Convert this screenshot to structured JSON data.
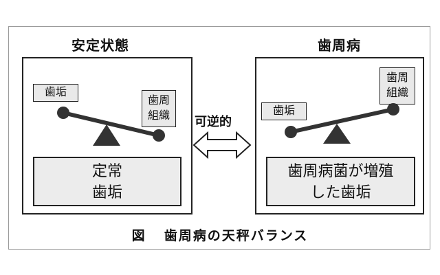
{
  "left": {
    "title": "安定状態",
    "tag_left": "歯垢",
    "tag_right": [
      "歯周",
      "組織"
    ],
    "box": [
      "定常",
      "歯垢"
    ]
  },
  "right": {
    "title": "歯周病",
    "tag_left": "歯垢",
    "tag_right": [
      "歯周",
      "組織"
    ],
    "box": [
      "歯周病菌が増殖",
      "した歯垢"
    ]
  },
  "middle": {
    "label": "可逆的"
  },
  "caption": {
    "prefix": "図",
    "text": "歯周病の天秤バランス"
  }
}
